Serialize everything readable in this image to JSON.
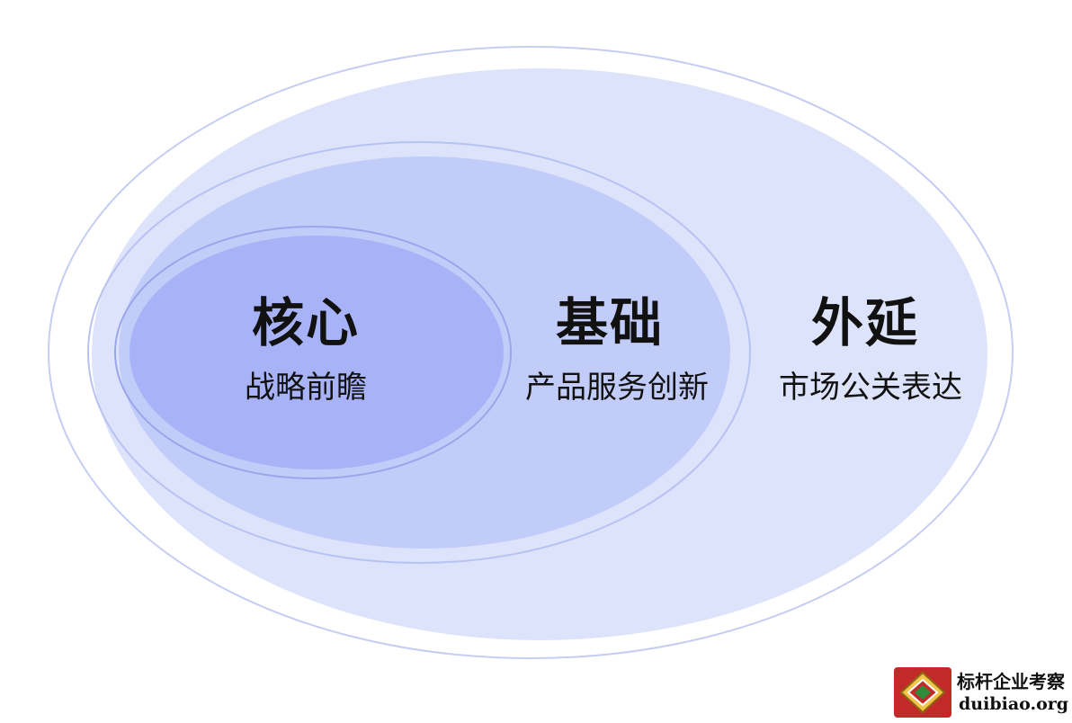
{
  "diagram": {
    "outer": {
      "title": "外延",
      "subtitle": "市场公关表达"
    },
    "middle": {
      "title": "基础",
      "subtitle": "产品服务创新"
    },
    "inner": {
      "title": "核心",
      "subtitle": "战略前瞻"
    },
    "colors": {
      "outer_fill": "#dde3fb",
      "middle_fill": "#c2ccf9",
      "inner_fill": "#a7b3f6",
      "ring_stroke": "#b8c2f2"
    }
  },
  "watermark": {
    "name": "标杆企业考察",
    "url": "duibiao.org",
    "logo_color": "#c22a2a"
  }
}
